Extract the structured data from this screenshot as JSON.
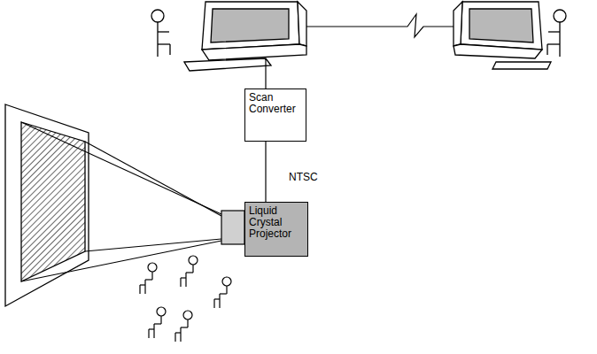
{
  "diagram": {
    "nodes": [
      {
        "text": [
          "Scan Converter"
        ]
      },
      {
        "text": [
          "Liquid Crystal Projector"
        ]
      }
    ],
    "edges": [
      {
        "from": 0,
        "to": 1,
        "arrow": "none",
        "label": "NTSC"
      }
    ]
  }
}
